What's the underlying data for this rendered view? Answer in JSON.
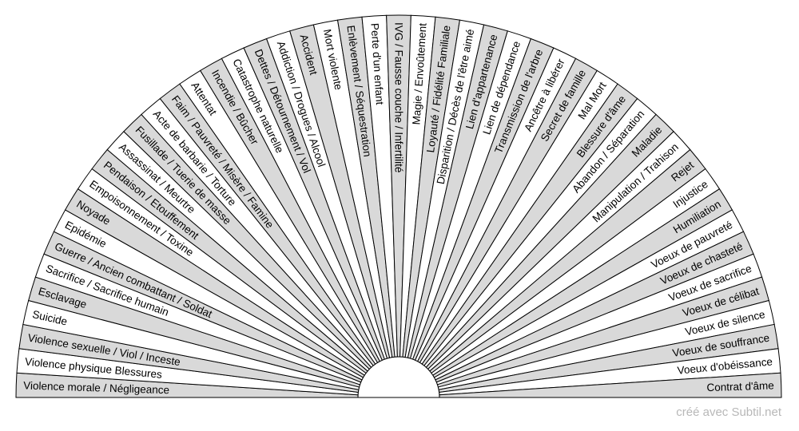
{
  "colors": {
    "shaded": "#d9d9d9",
    "plain": "#ffffff",
    "stroke": "#000000",
    "footer": "#b8b8b8"
  },
  "segments": [
    "Violence morale / Négligeance",
    "Violence physique Blessures",
    "Violence sexuelle / Viol / Inceste",
    "Suicide",
    "Esclavage",
    "Sacrifice / Sacrifice humain",
    "Guerre / Ancien combattant / Soldat",
    "Epidémie",
    "Noyade",
    "Empoisonnement / Toxine",
    "Pendaison / Etouffement",
    "Assassinat / Meurtre",
    "Fusillade / Tuerie de masse",
    "Acte de barbarie / Torture",
    "Faim / Pauvreté / Misère / Famine",
    "Attentat",
    "Incendie / Bûcher",
    "Catastrophe naturelle",
    "Dettes / Détournement / Vol",
    "Addiction / Drogues / Alcool",
    "Accident",
    "Mort violente",
    "Enlèvement / Séquestration",
    "Perte d'un enfant",
    "IVG / Fausse couche / Infertilité",
    "Magie / Envoûtement",
    "Loyauté / Fidélité Familiale",
    "Disparition / Décès de l'être aimé",
    "Lien d'appartenance",
    "Lien de dépendance",
    "Transmission de l'arbre",
    "Ancêtre à libérer",
    "Secret de famille",
    "Mal Mort",
    "Blessure d'âme",
    "Abandon / Séparation",
    "Maladie",
    "Manipulation / Trahison",
    "Rejet",
    "Injustice",
    "Humiliation",
    "Voeux de pauvreté",
    "Voeux de chasteté",
    "Voeux de sacrifice",
    "Voeux de célibat",
    "Voeux de silence",
    "Voeux de souffrance",
    "Voeux d'obéissance",
    "Contrat d'âme"
  ],
  "footer": "créé avec Subtil.net"
}
